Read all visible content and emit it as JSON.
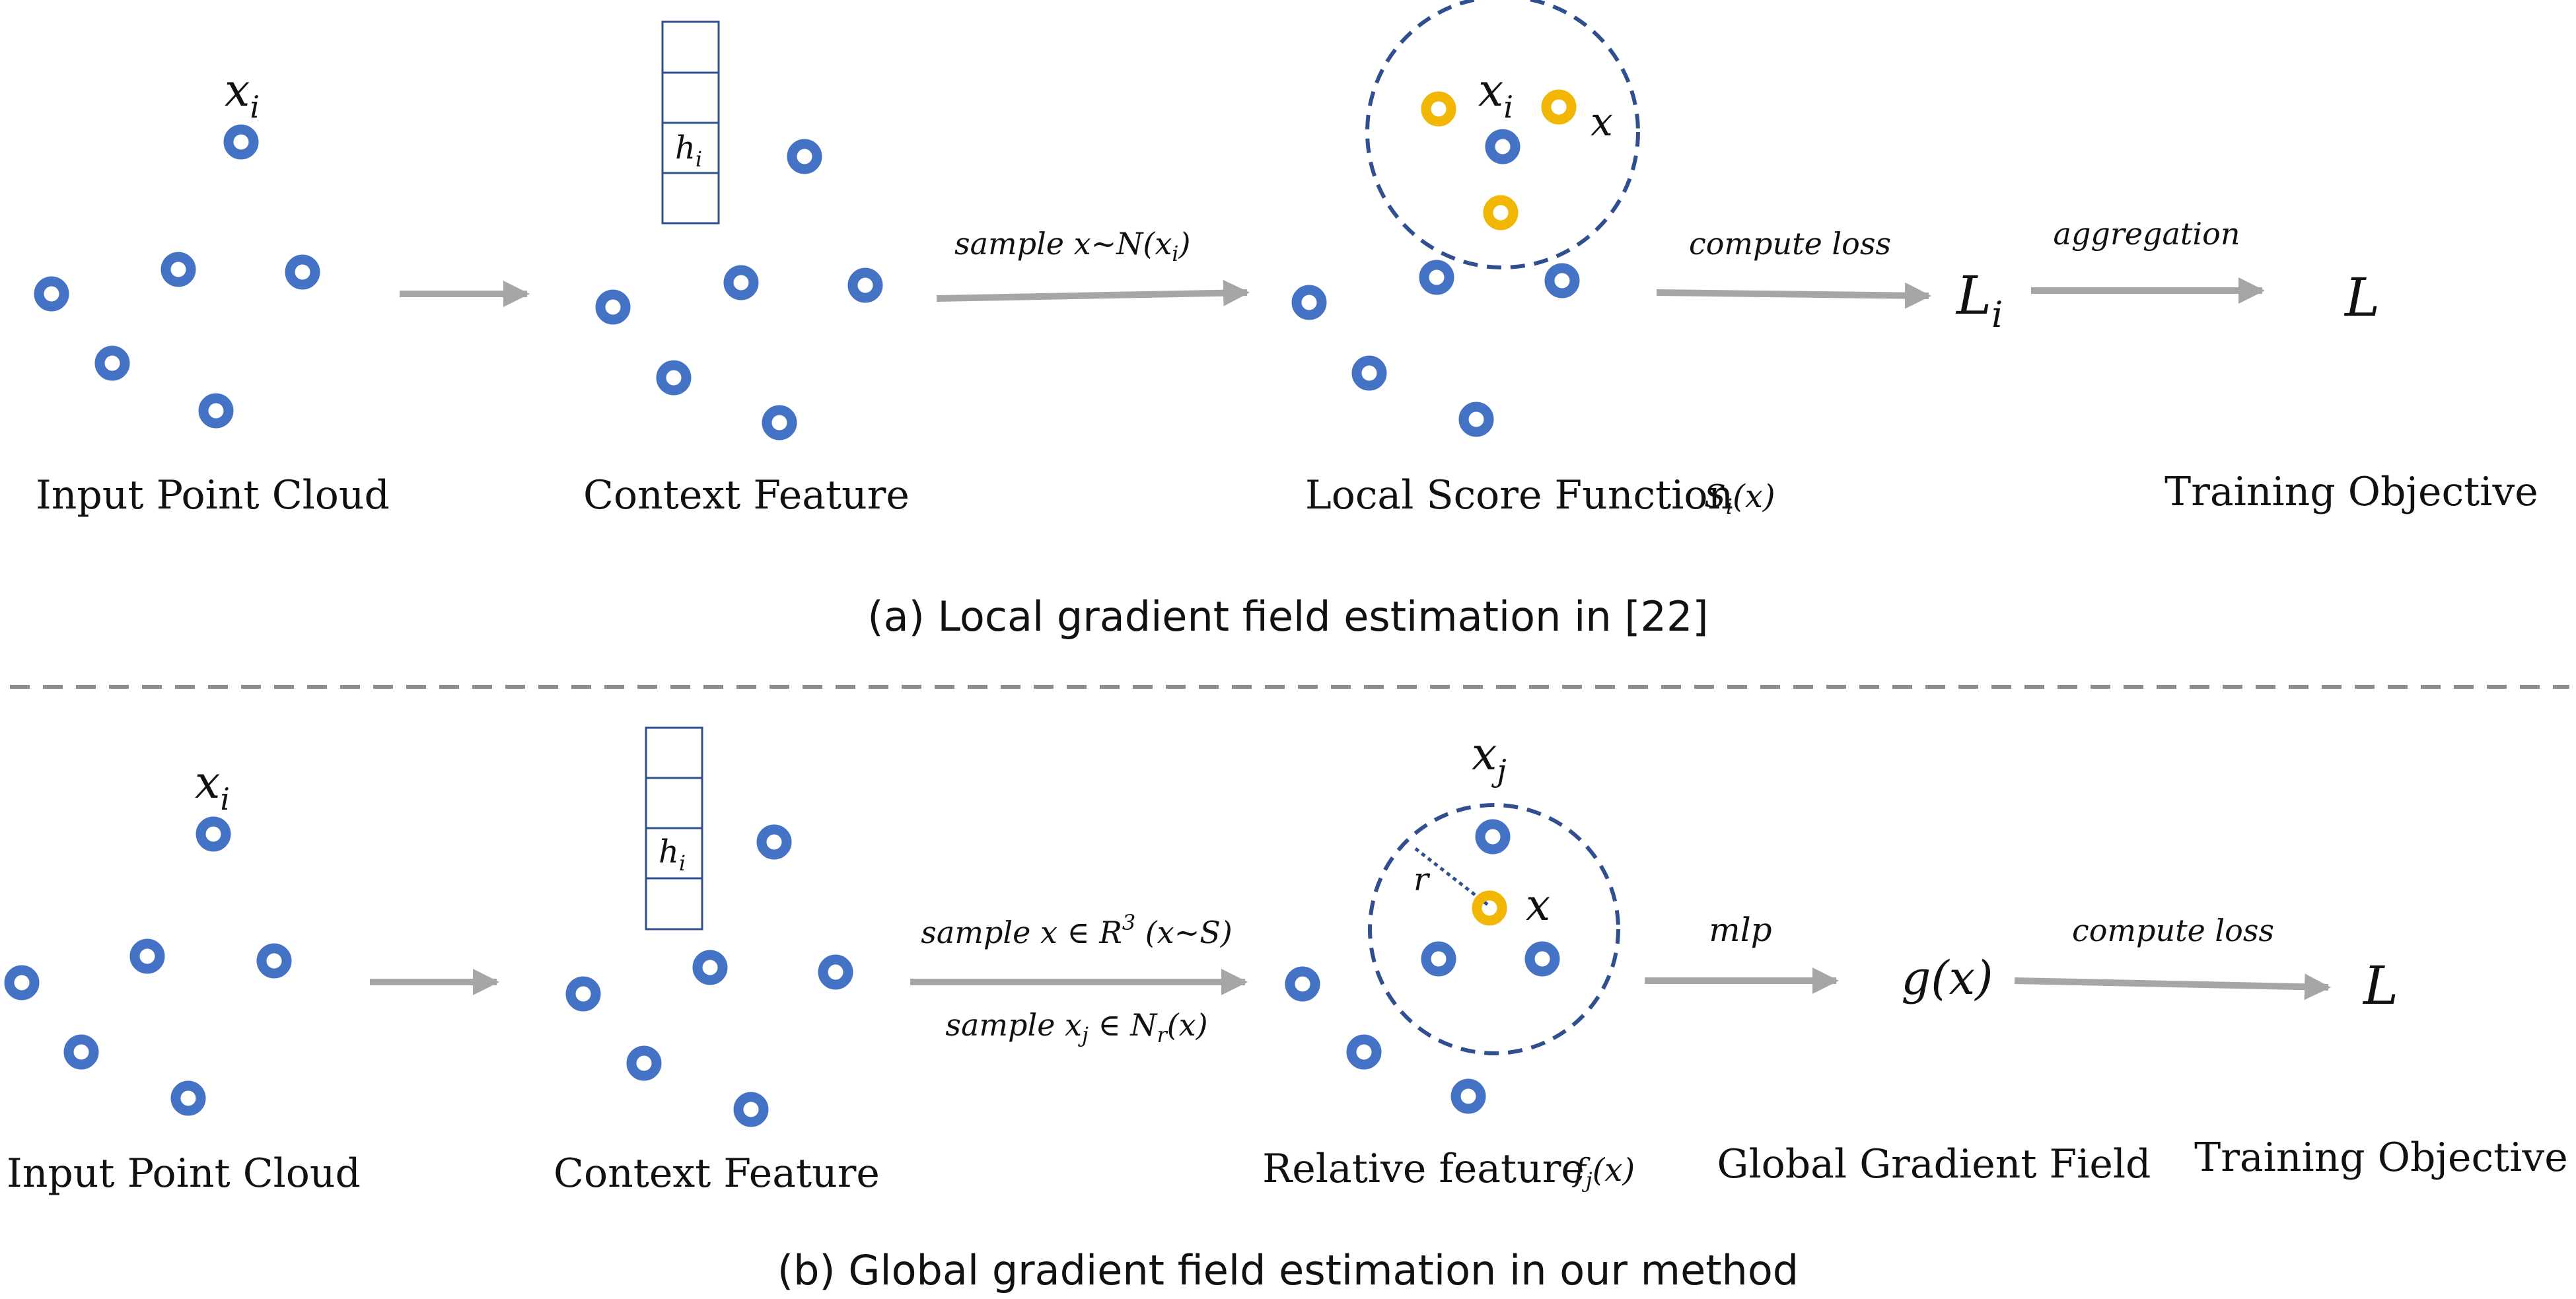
{
  "colors": {
    "point": "#4472C4",
    "sample_point": "#F2B705",
    "arrow": "#A6A6A6",
    "circle": "#2F4F8F",
    "text": "#111111",
    "divider": "#8C8C8C"
  },
  "panel_a": {
    "caption": "(a) Local gradient field estimation in [22]",
    "stages": {
      "input": "Input Point Cloud",
      "context": "Context Feature",
      "local_score": "Local Score Function",
      "objective": "Training Objective"
    },
    "math": {
      "xi_input": "x",
      "xi_input_sub": "i",
      "hi": "h",
      "hi_sub": "i",
      "circle_xi": "x",
      "circle_xi_sub": "i",
      "circle_x": "x",
      "score_fn": "S",
      "score_fn_sub": "i",
      "score_fn_arg": "(x)",
      "Li": "L",
      "Li_sub": "i",
      "L": "L"
    },
    "arrows": {
      "sample": "sample x~N(x",
      "sample_sub": "i",
      "sample_end": ")",
      "compute_loss": "compute loss",
      "aggregation": "aggregation"
    }
  },
  "panel_b": {
    "caption": "(b) Global gradient field estimation in our method",
    "stages": {
      "input": "Input Point Cloud",
      "context": "Context Feature",
      "relative": "Relative feature",
      "global": "Global Gradient Field",
      "objective": "Training Objective"
    },
    "math": {
      "xi_input": "x",
      "xi_input_sub": "i",
      "hi": "h",
      "hi_sub": "i",
      "xj": "x",
      "xj_sub": "j",
      "r": "r",
      "circle_x": "x",
      "rel_fn": "f",
      "rel_fn_sub": "j",
      "rel_fn_arg": "(x)",
      "gx": "g(x)",
      "L": "L"
    },
    "arrows": {
      "sample1": "sample x ∈ R",
      "sample1_sup": "3",
      "sample1_end": " (x~S)",
      "sample2": "sample x",
      "sample2_sub": "j",
      "sample2_mid": " ∈ N",
      "sample2_sub2": "r",
      "sample2_end": "(x)",
      "mlp": "mlp",
      "compute_loss": "compute loss"
    }
  }
}
